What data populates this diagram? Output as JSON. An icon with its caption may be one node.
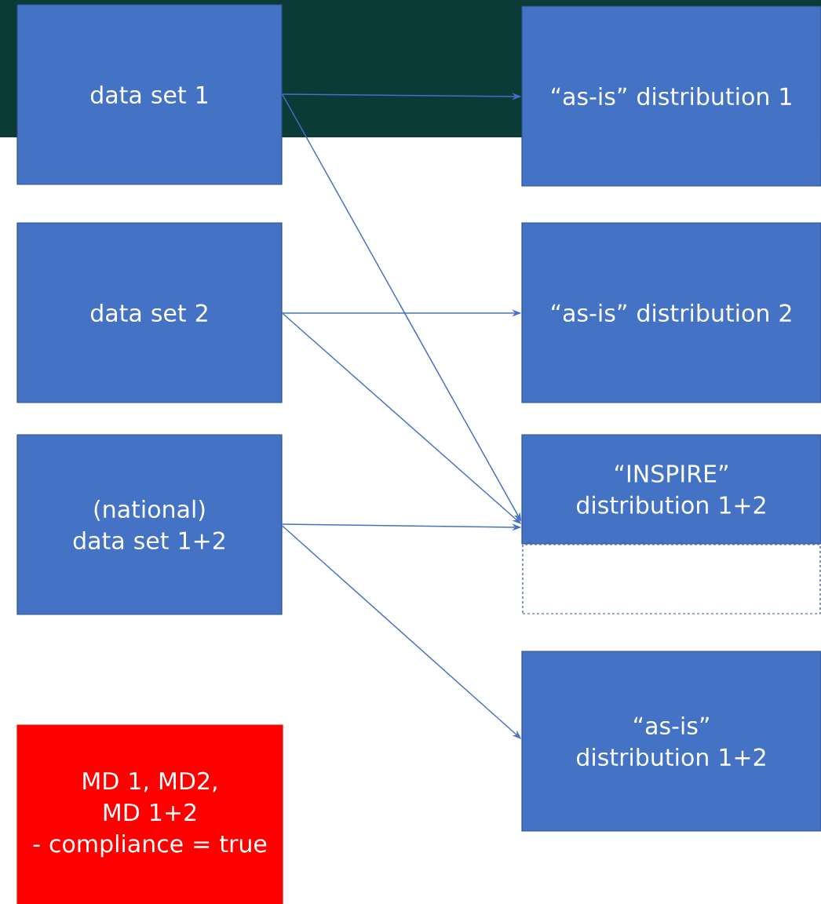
{
  "diagram": {
    "nodes": [
      {
        "text": [
          "data set 1"
        ]
      },
      {
        "text": [
          "data set 2"
        ]
      },
      {
        "text": [
          "(national) data set 1+2"
        ]
      },
      {
        "text": [
          "MD 1, MD2, MD 1+2",
          "- compliance = true"
        ]
      },
      {
        "text": [
          "“as-is” distribution 1"
        ]
      },
      {
        "text": [
          "“as-is” distribution 2"
        ]
      },
      {
        "text": [
          "“INSPIRE” distribution 1+2"
        ]
      },
      {
        "text": [],
        "shape": "box"
      },
      {
        "text": [
          "“as-is” distribution 1+2"
        ]
      }
    ],
    "edges": [
      {
        "from": 0,
        "to": 4,
        "arrow": "to"
      },
      {
        "from": 0,
        "to": 6,
        "arrow": "to"
      },
      {
        "from": 1,
        "to": 5,
        "arrow": "to"
      },
      {
        "from": 1,
        "to": 6,
        "arrow": "to"
      },
      {
        "from": 2,
        "to": 6,
        "arrow": "to"
      },
      {
        "from": 2,
        "to": 8,
        "arrow": "to"
      }
    ]
  }
}
